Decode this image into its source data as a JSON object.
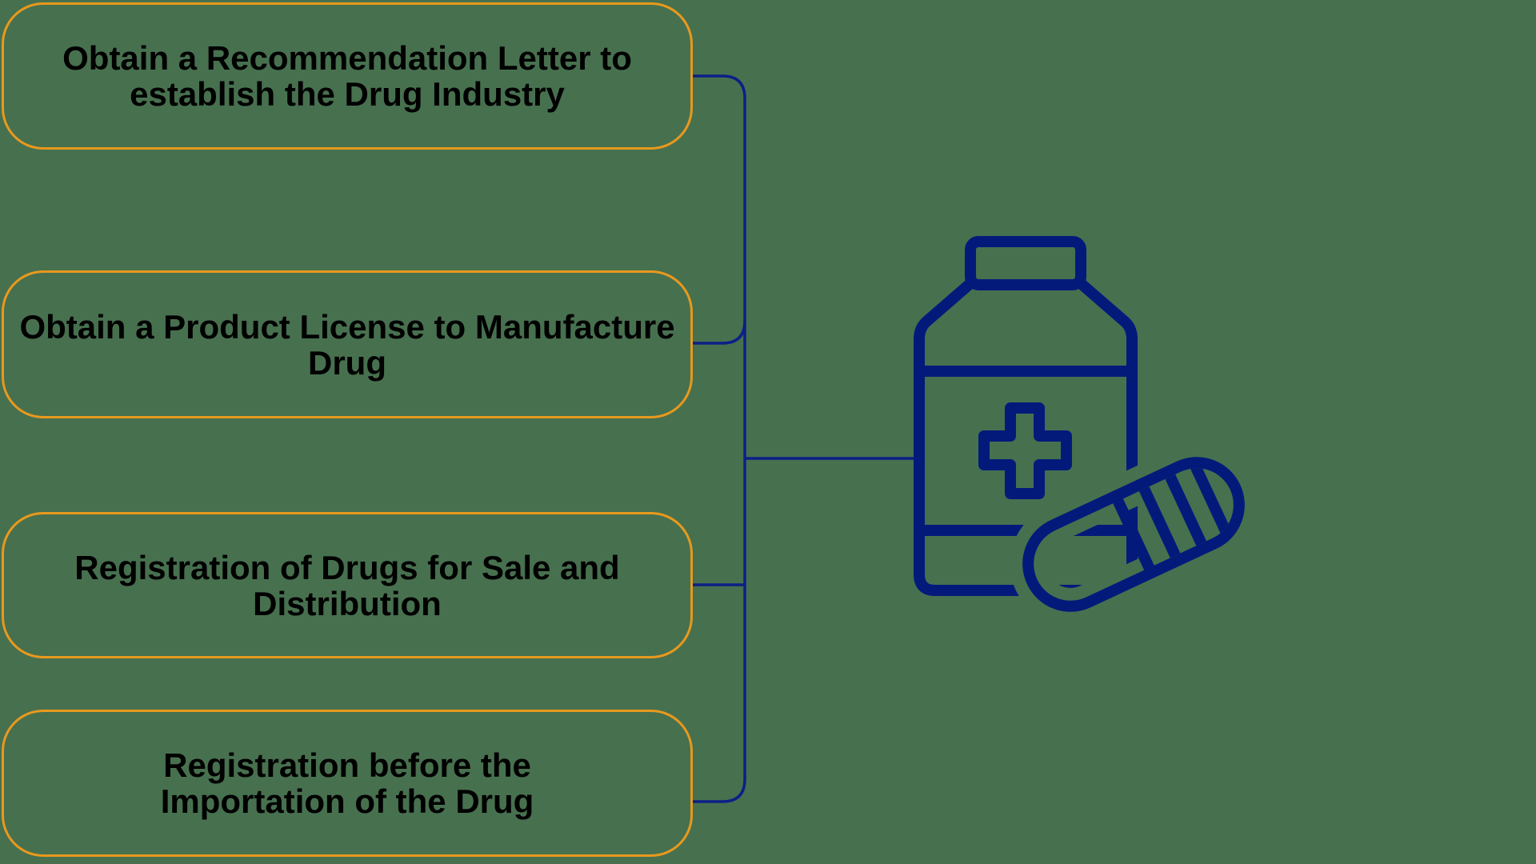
{
  "diagram": {
    "title_hint": "Drug registration and licensing steps flow diagram",
    "steps": [
      {
        "label": "Obtain a Recommendation Letter to establish the Drug Industry",
        "lines": [
          "Obtain a Recommendation Letter to",
          "establish the Drug Industry"
        ]
      },
      {
        "label": "Obtain a Product License to Manufacture Drug",
        "lines": [
          "Obtain a Product License to Manufacture",
          "Drug"
        ]
      },
      {
        "label": "Registration of Drugs for Sale and Distribution",
        "lines": [
          "Registration of Drugs for Sale and",
          "Distribution"
        ]
      },
      {
        "label": "Registration before the Importation of the Drug",
        "lines": [
          "Registration before the",
          "Importation of the Drug"
        ]
      }
    ],
    "icon": "medicine-bottle-with-cross-and-capsule",
    "colors": {
      "background": "#47704f",
      "box_border": "#e8991d",
      "connector": "#0d1f87",
      "icon": "#041a7b",
      "text": "#000000"
    }
  }
}
